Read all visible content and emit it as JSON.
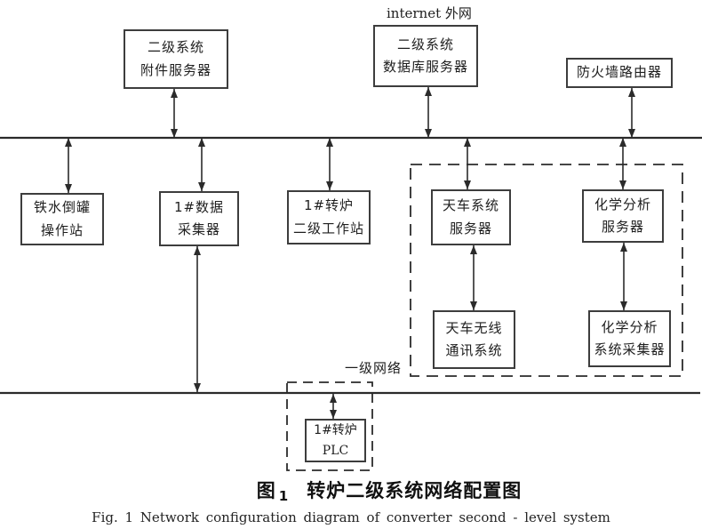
{
  "labels": {
    "internet": "internet 外网",
    "level1_network": "一级网络"
  },
  "nodes": {
    "attachment_server": {
      "line1": "二级系统",
      "line2": "附件服务器"
    },
    "database_server": {
      "line1": "二级系统",
      "line2": "数据库服务器"
    },
    "firewall_router": {
      "line1": "防火墙路由器"
    },
    "ladle_station": {
      "line1": "铁水倒罐",
      "line2": "操作站"
    },
    "data_collector": {
      "line1": "1#数据",
      "line2": "采集器"
    },
    "converter_workstation": {
      "line1": "1#转炉",
      "line2": "二级工作站"
    },
    "crane_server": {
      "line1": "天车系统",
      "line2": "服务器"
    },
    "chem_server": {
      "line1": "化学分析",
      "line2": "服务器"
    },
    "crane_wireless": {
      "line1": "天车无线",
      "line2": "通讯系统"
    },
    "chem_collector": {
      "line1": "化学分析",
      "line2": "系统采集器"
    },
    "plc": {
      "line1": "1#转炉",
      "line2": "PLC"
    }
  },
  "caption": {
    "zh_label": "图",
    "zh_number": "1",
    "zh_title": "转炉二级系统网络配置图",
    "en": "Fig. 1   Network configuration diagram of converter second - level system"
  },
  "colors": {
    "ink": "#2b2b2b",
    "background": "#ffffff"
  }
}
